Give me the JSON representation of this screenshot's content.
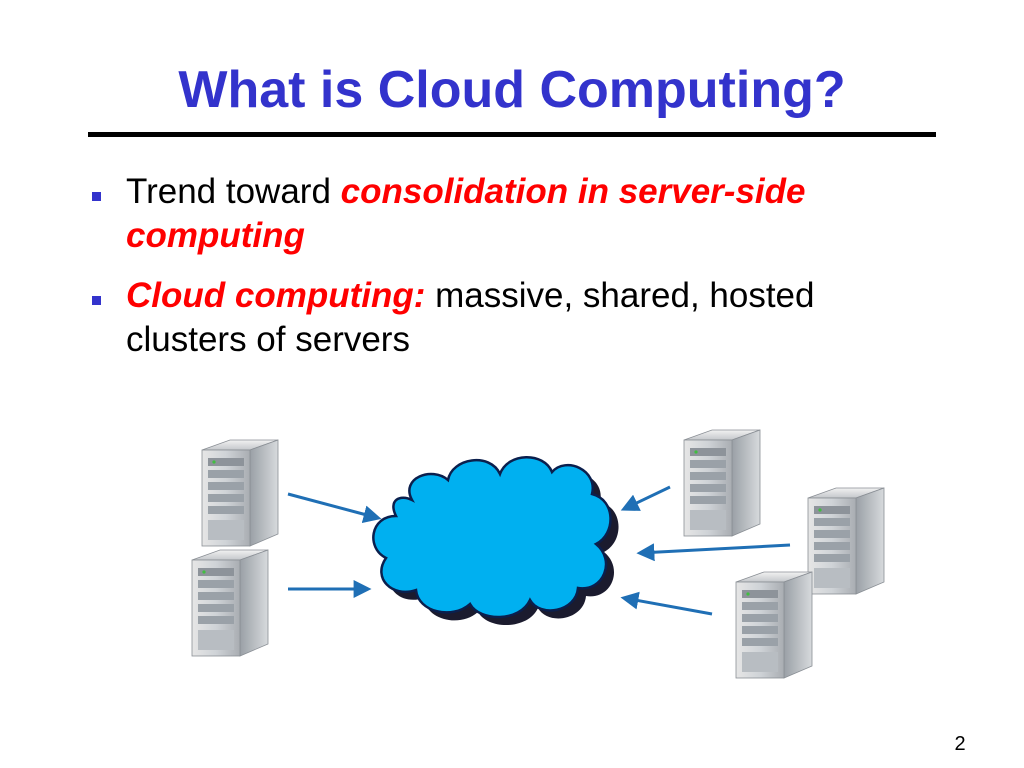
{
  "slide": {
    "title": "What is Cloud Computing?",
    "bullets": [
      {
        "lead": "Trend toward ",
        "emphasis": "consolidation in server-side computing",
        "trail": ""
      },
      {
        "lead": "",
        "emphasis": "Cloud computing:",
        "trail": " massive, shared, hosted clusters of servers"
      }
    ],
    "page_number": "2"
  },
  "diagram": {
    "server_count": 5,
    "icons": {
      "server": "server-tower-icon",
      "cloud": "cloud-icon",
      "arrow": "arrow-icon"
    }
  },
  "colors": {
    "title": "#3333cc",
    "emphasis": "#ff0000",
    "bullet_marker": "#3333cc",
    "cloud_fill": "#00b0f0",
    "arrow": "#1f6fb5"
  }
}
